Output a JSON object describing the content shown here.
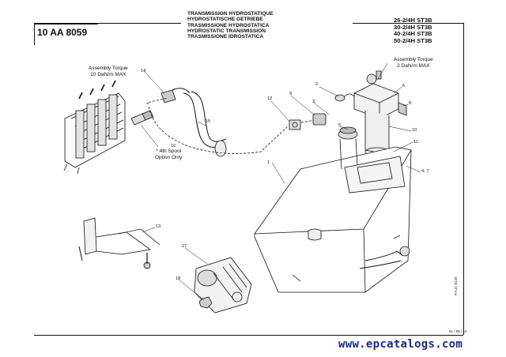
{
  "header": {
    "code": "10 AA 8059",
    "title_lines": [
      "TRANSMISSION HYDROSTATIQUE",
      "HYDROSTATISCHE GETRIEBE",
      "TRASMISSIONE HYDROSTATICA",
      "HYDROSTATIC TRANSMISSION",
      "TRASMISSIONE IDROSTATICA"
    ],
    "models": [
      "26-2/4H ST3B",
      "30-2/4H ST3B",
      "40-2/4H ST3B",
      "50-2/4H ST3B"
    ]
  },
  "notes": {
    "torque_left": [
      "Assembly Torque",
      "10 DaN/m MAX"
    ],
    "torque_right": [
      "Assembly Torque",
      "2 DaN/m MAX"
    ],
    "spool_option": [
      "* 4th Spool",
      "Option Only"
    ]
  },
  "callouts": {
    "c1": "1",
    "c2": "2",
    "c3": "3",
    "c4_7": "4, 7",
    "c5": "5",
    "c6": "6",
    "c8": "8",
    "c9": "9",
    "c10": "10",
    "c11": "11",
    "c12": "12",
    "c13": "13",
    "c14": "14",
    "c15": "15",
    "c16": "16",
    "c17": "17",
    "c18": "18"
  },
  "footer": {
    "side_code": "P.A.D. 8129",
    "date": "01 / 08 / 10",
    "watermark": "www.epcatalogs.com"
  }
}
